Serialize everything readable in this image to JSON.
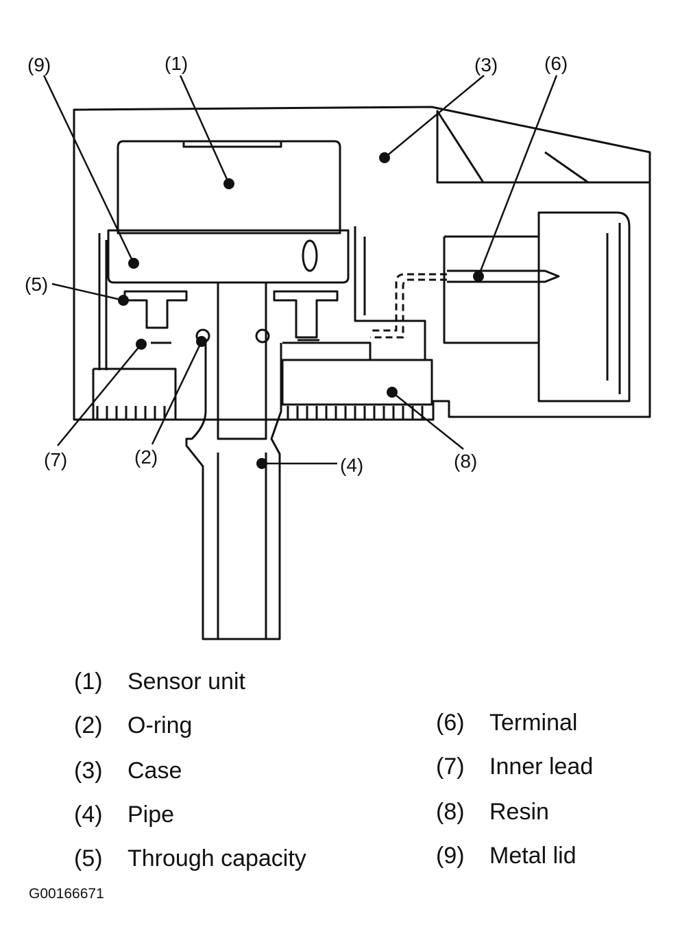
{
  "callouts": {
    "c1": "(1)",
    "c2": "(2)",
    "c3": "(3)",
    "c4": "(4)",
    "c5": "(5)",
    "c6": "(6)",
    "c7": "(7)",
    "c8": "(8)",
    "c9": "(9)"
  },
  "legend": [
    {
      "num": "(1)",
      "label": "Sensor unit"
    },
    {
      "num": "(2)",
      "label": "O-ring"
    },
    {
      "num": "(3)",
      "label": "Case"
    },
    {
      "num": "(4)",
      "label": "Pipe"
    },
    {
      "num": "(5)",
      "label": "Through capacity"
    },
    {
      "num": "(6)",
      "label": "Terminal"
    },
    {
      "num": "(7)",
      "label": "Inner lead"
    },
    {
      "num": "(8)",
      "label": "Resin"
    },
    {
      "num": "(9)",
      "label": "Metal lid"
    }
  ],
  "figure_id": "G00166671"
}
